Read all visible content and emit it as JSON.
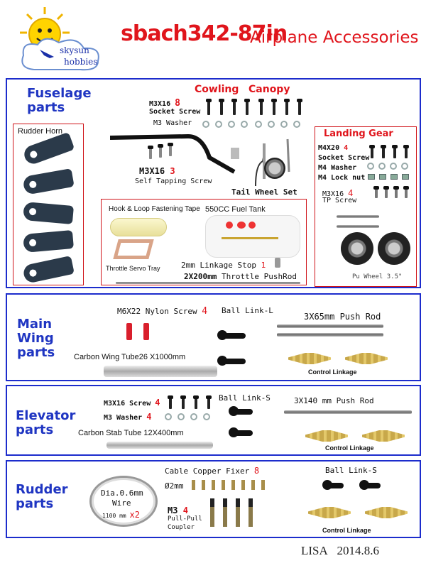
{
  "header": {
    "title_main": "sbach342-87in",
    "title_sub": "Airplane Accessories",
    "logo_line1": "skysun",
    "logo_line2": "hobbies"
  },
  "fuselage": {
    "title_l1": "Fuselage",
    "title_l2": "parts",
    "rudder_horn": "Rudder Horn",
    "cowling": "Cowling",
    "canopy": "Canopy",
    "m3x16_socket_size": "M3X16",
    "m3x16_socket_qty": "8",
    "socket_screw": "Socket Screw",
    "m3_washer": "M3 Washer",
    "self_tap_size": "M3X16",
    "self_tap_qty": "3",
    "self_tap": "Self Tapping Screw",
    "tail_wheel": "Tail Wheel Set",
    "hook_loop": "Hook & Loop Fastening Tape",
    "fuel_tank": "550CC Fuel Tank",
    "servo_tray": "Throttle Servo Tray",
    "linkage_stop": "2mm Linkage Stop",
    "linkage_stop_qty": "1",
    "pushrod": "2X200mm",
    "pushrod_name": "Throttle PushRod",
    "landing_gear": "Landing Gear",
    "m4x20": "M4X20",
    "m4x20_qty": "4",
    "lg_socket_screw": "Socket Screw",
    "m4_washer": "M4 Washer",
    "m4_lock_nut": "M4 Lock nut",
    "tp_size": "M3X16",
    "tp_qty": "4",
    "tp_screw": "TP Screw",
    "pu_wheel": "Pu Wheel 3.5\""
  },
  "main_wing": {
    "title_l1": "Main",
    "title_l2": "Wing",
    "title_l3": "parts",
    "nylon_screw": "M6X22 Nylon Screw",
    "nylon_qty": "4",
    "ball_link_l": "Ball Link-L",
    "push_rod": "3X65mm Push Rod",
    "carbon_tube": "Carbon Wing Tube",
    "carbon_tube_size": "26 X1000mm",
    "control_linkage": "Control Linkage"
  },
  "elevator": {
    "title_l1": "Elevator",
    "title_l2": "parts",
    "m3x16": "M3X16 Screw",
    "m3x16_qty": "4",
    "m3_washer": "M3 Washer",
    "m3_washer_qty": "4",
    "ball_link_s": "Ball Link-S",
    "push_rod": "3X140 mm Push Rod",
    "stab_tube": "Carbon Stab Tube 12X400mm",
    "control_linkage": "Control Linkage"
  },
  "rudder": {
    "title_l1": "Rudder",
    "title_l2": "parts",
    "cable_fixer": "Cable Copper Fixer",
    "cable_fixer_qty": "8",
    "dia_2mm": "Ø2mm",
    "wire_l1": "Dia.0.6mm",
    "wire_l2": "Wire",
    "wire_len": "1100 mm",
    "wire_qty": "x2",
    "m3": "M3",
    "m3_qty": "4",
    "pull_l1": "Pull-Pull",
    "pull_l2": "Coupler",
    "ball_link_s": "Ball Link-S",
    "control_linkage": "Control Linkage"
  },
  "footer": {
    "author": "LISA",
    "date": "2014.8.6"
  }
}
